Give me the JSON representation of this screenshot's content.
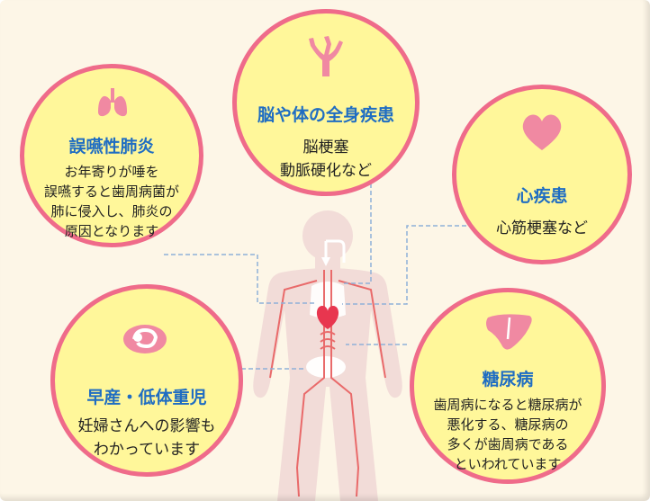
{
  "colors": {
    "background": "#fdf6e7",
    "bubble_fill": "#fff79a",
    "bubble_border": "#ef6b8a",
    "title_text": "#1f6dc2",
    "body_silhouette": "#f2dcd8",
    "connector_line": "#8fb0d8",
    "blood_vessel": "#e96a6a",
    "icon_pink": "#f089a2"
  },
  "bubbles": {
    "aspiration_pneumonia": {
      "icon": "lungs-icon",
      "title": "誤嚥性肺炎",
      "lines": [
        "お年寄りが唾を",
        "誤嚥すると歯周病菌が",
        "肺に侵入し、肺炎の",
        "原因となります"
      ]
    },
    "brain_systemic": {
      "icon": "blood-vessel-icon",
      "title": "脳や体の全身疾患",
      "lines": [
        "脳梗塞",
        "動脈硬化など"
      ]
    },
    "heart_disease": {
      "icon": "heart-icon",
      "title": "心疾患",
      "lines": [
        "心筋梗塞など"
      ]
    },
    "premature_birth": {
      "icon": "fetus-icon",
      "title": "早産・低体重児",
      "lines": [
        "妊婦さんへの影響も",
        "わかっています"
      ]
    },
    "diabetes": {
      "icon": "liver-icon",
      "title": "糖尿病",
      "lines": [
        "歯周病になると糖尿病が",
        "悪化する、糖尿病の",
        "多くが歯周病である",
        "といわれています"
      ]
    }
  }
}
